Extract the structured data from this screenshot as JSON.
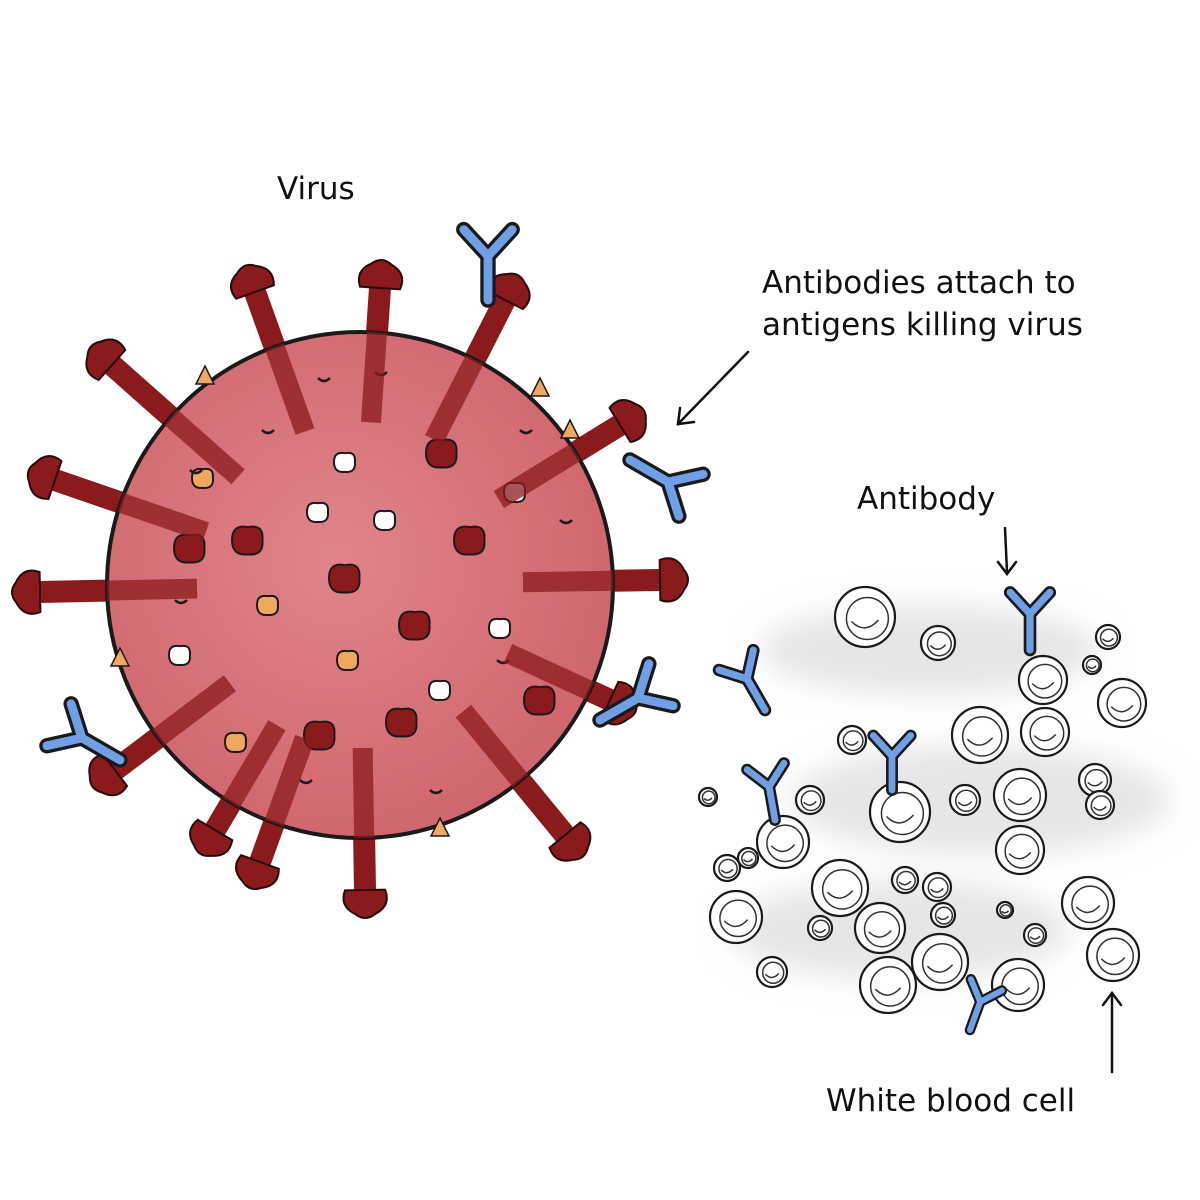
{
  "labels": {
    "virus": "Virus",
    "attach_line1": "Antibodies attach to",
    "attach_line2": "antigens killing virus",
    "antibody": "Antibody",
    "white_blood_cell": "White blood cell"
  },
  "colors": {
    "virus_body": "#d9737a",
    "virus_spike": "#8b1a1c",
    "antigen_tip": "#f0a860",
    "antibody": "#6fa0e6",
    "outline": "#1a1a1a",
    "cell_fill": "#ffffff",
    "background_smudge": "#e6e6e6"
  }
}
